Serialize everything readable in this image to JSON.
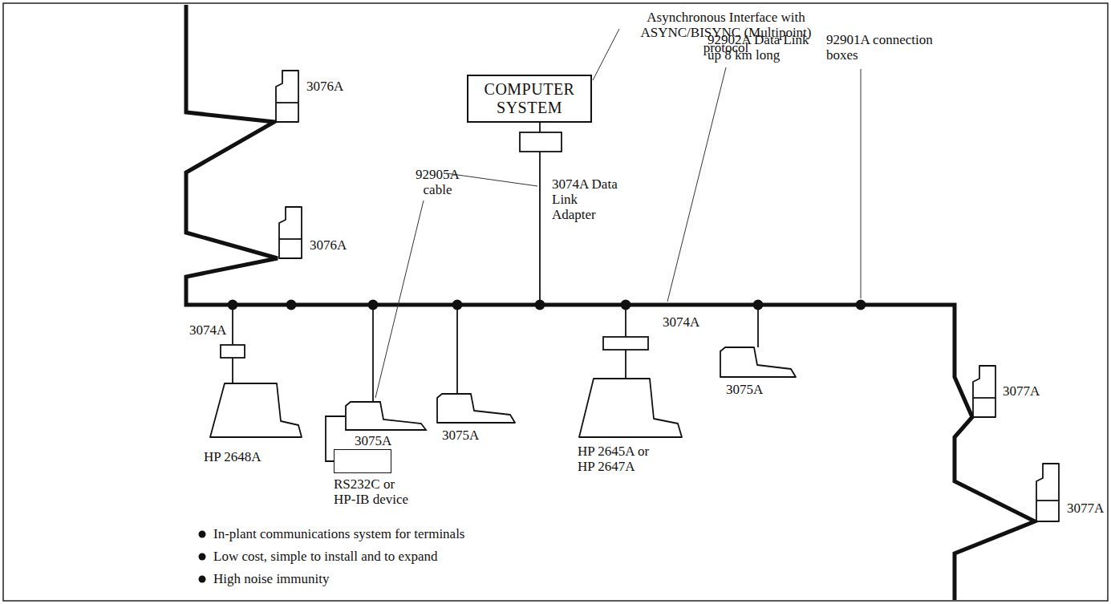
{
  "diagram": {
    "nodes": [
      {
        "text": [
          "COMPUTER SYSTEM"
        ]
      },
      {
        "text": [
          "3075A"
        ]
      },
      {
        "text": [
          "RS232C or HP-IB device"
        ]
      }
    ],
    "edges": [
      {
        "from": 1,
        "to": 2,
        "arrow": "none"
      }
    ],
    "labels": [
      "Asynchronous Interface with ASYNC/BISYNC (Multipoint) protocol",
      "92902A Data Link up 8 km long",
      "92905A cable",
      "3074A Data Link Adapter",
      "92901A connection boxes",
      "3076A",
      "3076A",
      "3074A",
      "HP 2648A",
      "3075A",
      "HP 2645A or HP 2647A",
      "3074A",
      "3075A",
      "3077A",
      "3077A",
      "In-plant communications system for terminals",
      "Low cost, simple to install and to expand",
      "High noise immunity"
    ]
  }
}
